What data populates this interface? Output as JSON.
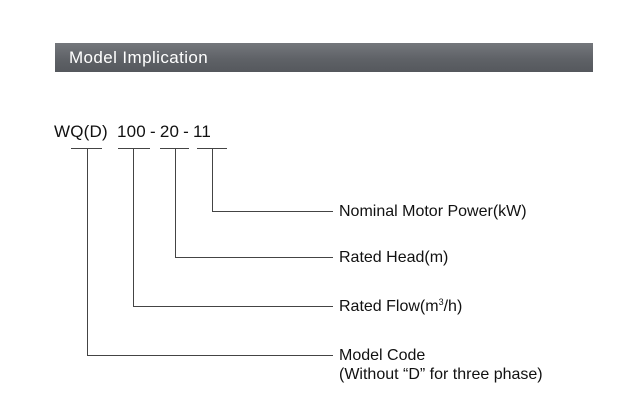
{
  "header": {
    "title": "Model Implication"
  },
  "model_code": {
    "prefix": "WQ(D)",
    "flow": "100",
    "head": "20",
    "power": "11",
    "separator": "-"
  },
  "callouts": {
    "power": "Nominal Motor Power(kW)",
    "head": "Rated Head(m)",
    "flow_before": "Rated Flow(m",
    "flow_sup": "3",
    "flow_after": "/h)",
    "model_line1": "Model Code",
    "model_line2": "(Without “D” for three phase)"
  },
  "colors": {
    "header_bar": "#5f6267",
    "header_text": "#ffffff",
    "text": "#111111",
    "lines": "#444444"
  }
}
